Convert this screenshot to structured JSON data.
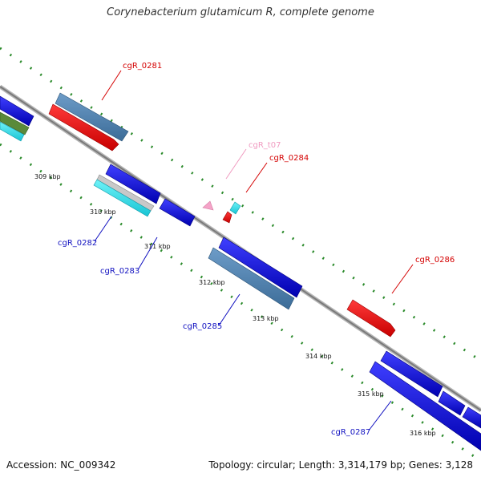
{
  "title": "Corynebacterium glutamicum R, complete genome",
  "footer": {
    "accession": "Accession: NC_009342",
    "summary": "Topology: circular; Length: 3,314,179 bp; Genes: 3,128"
  },
  "ticks": [
    "309 kbp",
    "310 kbp",
    "311 kbp",
    "312 kbp",
    "313 kbp",
    "314 kbp",
    "315 kbp",
    "316 kbp"
  ],
  "genes": {
    "g0281": "cgR_0281",
    "t07": "cgR_t07",
    "g0284": "cgR_0284",
    "g0282": "cgR_0282",
    "g0283": "cgR_0283",
    "g0285": "cgR_0285",
    "g0286": "cgR_0286",
    "g0287": "cgR_0287"
  },
  "colors": {
    "backbone": "#8a8a8a",
    "forward_red": "#ff0000",
    "reverse_blue": "#0000ee",
    "steelblue": "#4f84b4",
    "cyan": "#33e5f0",
    "trna_pink": "#f5a3c8",
    "tick_green": "#2a8a2a",
    "label_red": "#d40000",
    "label_blue": "#1010c0",
    "label_pink": "#f09ac0"
  }
}
